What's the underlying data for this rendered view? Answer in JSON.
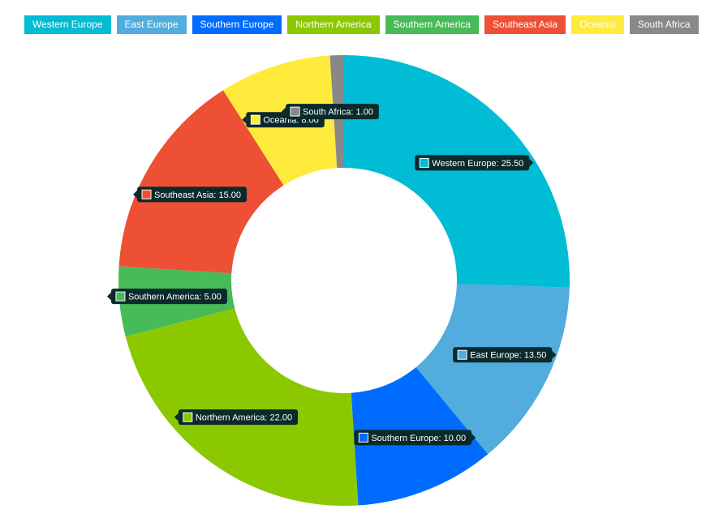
{
  "chart_data": {
    "type": "doughnut",
    "series": [
      {
        "name": "Western Europe",
        "value": 25.5,
        "label": "Western Europe: 25.50",
        "color": "#00bcd4"
      },
      {
        "name": "East Europe",
        "value": 13.5,
        "label": "East Europe: 13.50",
        "color": "#52acdd"
      },
      {
        "name": "Southern Europe",
        "value": 10.0,
        "label": "Southern Europe: 10.00",
        "color": "#006cff"
      },
      {
        "name": "Northern America",
        "value": 22.0,
        "label": "Northern America: 22.00",
        "color": "#8cc800"
      },
      {
        "name": "Southern America",
        "value": 5.0,
        "label": "Southern America: 5.00",
        "color": "#46bb58"
      },
      {
        "name": "Southeast Asia",
        "value": 15.0,
        "label": "Southeast Asia: 15.00",
        "color": "#ee5036"
      },
      {
        "name": "Oceania",
        "value": 8.0,
        "label": "Oceania: 8.00",
        "color": "#ffeb3b"
      },
      {
        "name": "South Africa",
        "value": 1.0,
        "label": "South Africa: 1.00",
        "color": "#888888"
      }
    ],
    "legend_position": "top-left",
    "tooltip_background": "#0b2a2c"
  }
}
